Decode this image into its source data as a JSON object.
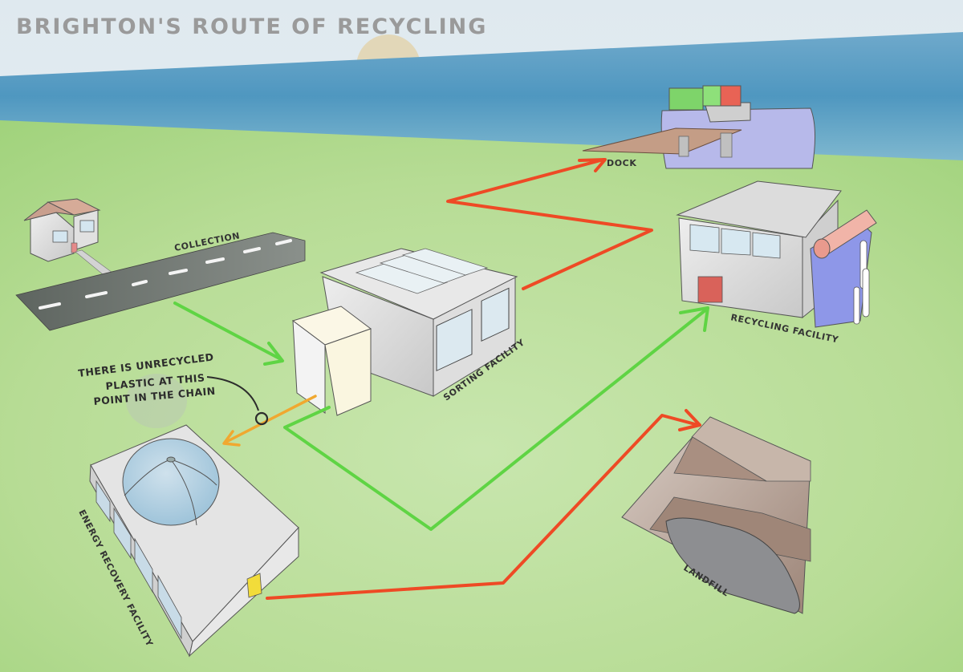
{
  "title": "BRIGHTON'S ROUTE OF RECYCLING",
  "labels": {
    "collection": "COLLECTION",
    "sorting_facility": "SORTING FACILITY",
    "recycling_facility": "RECYCLING FACILITY",
    "dock": "DOCK",
    "landfill": "LANDFILL",
    "energy_recovery_facility": "ENERGY RECOVERY FACILITY"
  },
  "annotation": {
    "lines": [
      "THERE IS UNRECYCLED",
      "PLASTIC AT THIS",
      "POINT IN THE CHAIN"
    ]
  },
  "routes": [
    {
      "id": "collection-to-sorting",
      "color": "#5fd444",
      "from": "Collection",
      "to": "Sorting Facility"
    },
    {
      "id": "sorting-to-recycling",
      "color": "#5fd444",
      "from": "Sorting Facility",
      "to": "Recycling Facility"
    },
    {
      "id": "sorting-to-energy-recovery",
      "color": "#f0a830",
      "from": "Sorting Facility",
      "to": "Energy Recovery Facility"
    },
    {
      "id": "sorting-to-dock",
      "color": "#ee4a25",
      "from": "Sorting Facility",
      "to": "Dock"
    },
    {
      "id": "energy-recovery-to-landfill",
      "color": "#ee4a25",
      "from": "Energy Recovery Facility",
      "to": "Landfill"
    }
  ],
  "colors": {
    "grass": "#b9de95",
    "sea": "#5a9ec4",
    "sky": "#e6eef3",
    "green_route": "#5fd444",
    "red_route": "#ee4a25",
    "orange_route": "#f0a830"
  }
}
